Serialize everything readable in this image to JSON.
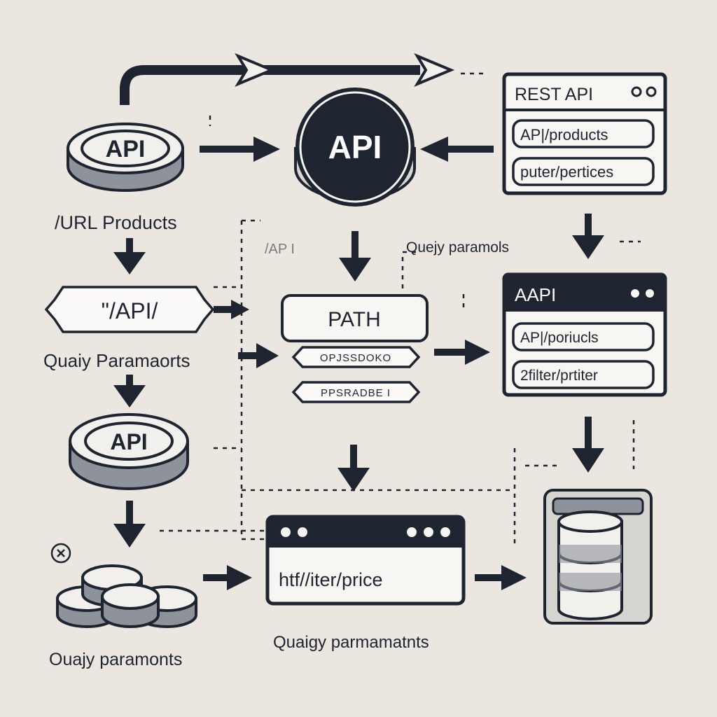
{
  "colors": {
    "ink": "#1e2430",
    "background": "#ebe6df",
    "panel": "#f7f6f3",
    "coin_side": "#8e939b"
  },
  "left_column": {
    "top_coin_label": "API",
    "url_label": "/URL Products",
    "path_pill_label": "\"/API/",
    "query_label_1": "Quaiy Paramaorts",
    "middle_coin_label": "API",
    "close_icon": "x-circle-icon",
    "query_label_2": "Ouajy paramonts"
  },
  "center_column": {
    "api_node_label": "API",
    "faded_api_label": "/AP I",
    "path_box_label": "PATH",
    "path_sub_1": "OPJSSDOKO",
    "path_sub_2": "PPSRADBE I",
    "browser_url": "htf//iter/price",
    "browser_caption": "Quaigy parmamatnts"
  },
  "right_column": {
    "rest_window_title": "REST API",
    "rest_field_1": "AP|/products",
    "rest_field_2": "puter/pertices",
    "query_label": "Quejy paramols",
    "aapi_window_title": "AAPI",
    "aapi_field_1": "AP|/poriucls",
    "aapi_field_2": "2filter/prtiter",
    "database_icon": "database-icon"
  }
}
